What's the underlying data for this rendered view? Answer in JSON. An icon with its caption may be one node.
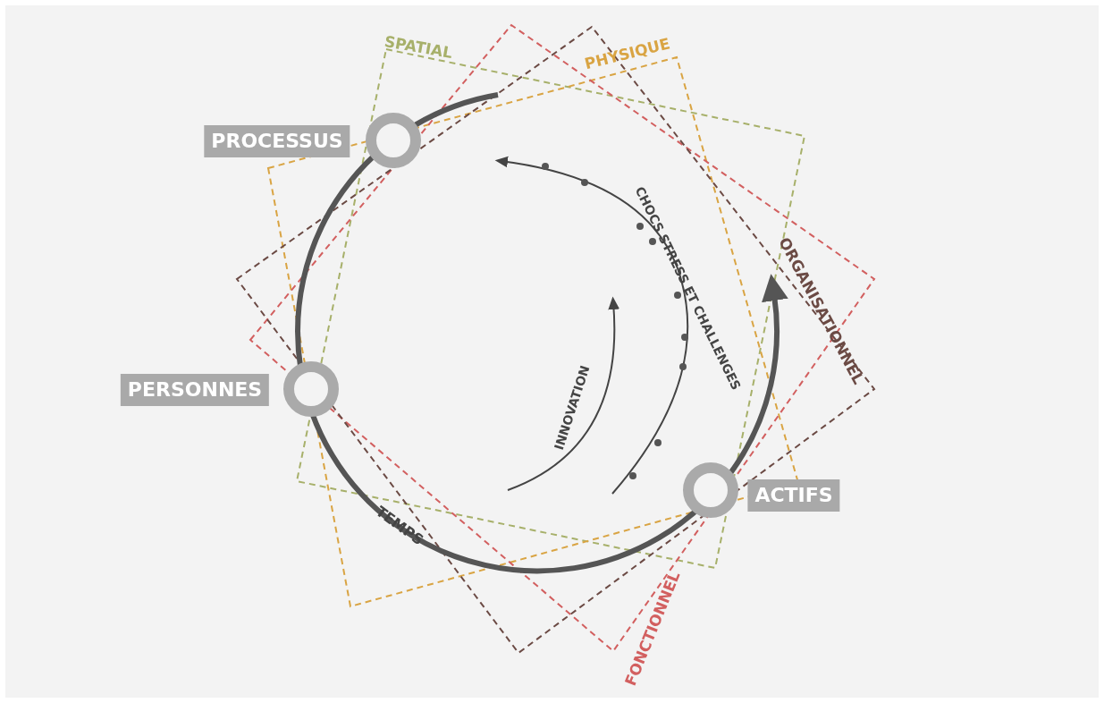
{
  "diagram": {
    "nodes": [
      {
        "text": [
          "PROCESSUS"
        ]
      },
      {
        "text": [
          "PERSONNES"
        ]
      },
      {
        "text": [
          "ACTIFS"
        ]
      }
    ],
    "labels": [
      "SPATIAL",
      "PHYSIQUE",
      "ORGANISATIONNEL",
      "CHOCS STRESS ET CHALLENGES",
      "INNOVATION",
      "TEMPS",
      "FONCTIONNEL"
    ]
  }
}
